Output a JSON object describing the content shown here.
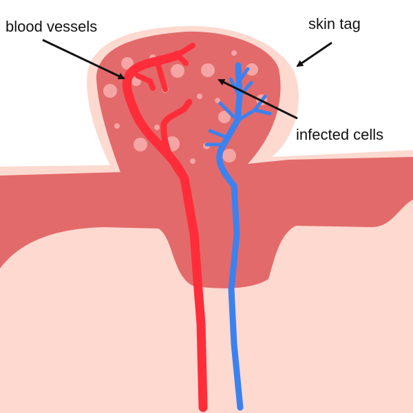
{
  "labels": {
    "blood_vessels": "blood vessels",
    "skin_tag": "skin tag",
    "infected_cells": "infected cells"
  },
  "colors": {
    "epidermis": "#fdd9d0",
    "dermis": "#e36a6a",
    "artery": "#ff2d3a",
    "vein": "#3b82f0",
    "cells": "#f6a5a5",
    "arrow": "#111111"
  }
}
